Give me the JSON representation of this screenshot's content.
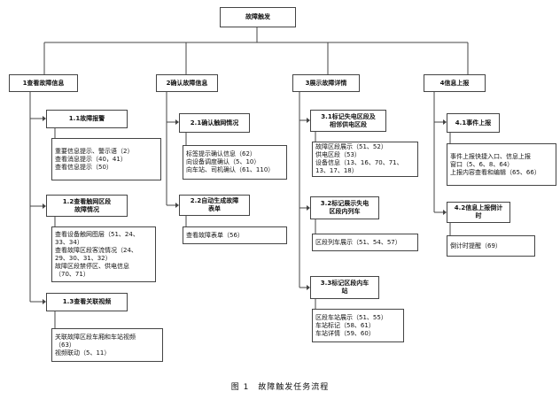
{
  "root": {
    "label": "故障触发"
  },
  "branches": [
    {
      "label": "1查看故障信息",
      "children": [
        {
          "label": "1.1故障报警",
          "details": [
            "重要信息提示、警示语（2）",
            "查看消息提示（40，41）",
            "查看信息提示（50）"
          ]
        },
        {
          "label": "1.2查看触网区段\n故障情况",
          "details": [
            "查看设备触网图层（51、24、\n33、34）",
            "查看故障区段客流情况（24、\n29、30、31、32）",
            "故障区段禁停区、供电信息\n（70、71）"
          ]
        },
        {
          "label": "1.3查看关联视频",
          "details": [
            "关联故障区段车厢和车站视频\n（63）",
            "视频联动（5、11）"
          ]
        }
      ]
    },
    {
      "label": "2确认故障信息",
      "children": [
        {
          "label": "2.1确认触网情况",
          "details": [
            "标签提示确认信息（62）",
            "向设备调度确认（5、10）",
            "向车站、司机确认（61、110）"
          ]
        },
        {
          "label": "2.2自动生成故障\n表单",
          "details": [
            "查看故障表单（56）"
          ]
        }
      ]
    },
    {
      "label": "3展示故障详情",
      "children": [
        {
          "label": "3.1标记失电区段及\n相邻供电区段",
          "details": [
            "故障区段展示（51、52）",
            "供电区段（53）",
            "设备信息（13、16、70、71、\n13、17、18）"
          ]
        },
        {
          "label": "3.2标记展示失电\n区段内列车",
          "details": [
            "区段列车展示（51、54、57）"
          ]
        },
        {
          "label": "3.3标记区段内车\n站",
          "details": [
            "区段车站展示（51、55）",
            "车站标记（58、61）",
            "车站详情（59、60）"
          ]
        }
      ]
    },
    {
      "label": "4信息上报",
      "children": [
        {
          "label": "4.1事件上报",
          "details": [
            "事件上报快捷入口、信息上报\n窗口（5、6、8、64）",
            "上报内容查看和编辑（65、66）"
          ]
        },
        {
          "label": "4.2信息上报倒计\n时",
          "details": [
            "倒计时提醒（69）"
          ]
        }
      ]
    }
  ],
  "caption": "图 1　故障触发任务流程"
}
